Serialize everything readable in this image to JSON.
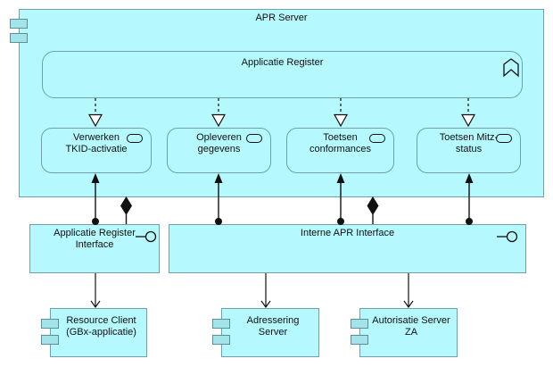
{
  "colors": {
    "background": "#ffffff",
    "element_fill": "#b5f8fd",
    "element_border": "#70a1a8",
    "icon_fill": "#a3e3ea",
    "icon_border": "#5d8f96",
    "connector": "#111111"
  },
  "icons": [
    "component-icon",
    "function-icon",
    "service-icon",
    "interface-lollipop-icon"
  ],
  "nodes": {
    "apr_server": {
      "label": "APR Server"
    },
    "applicatie_register": {
      "label": "Applicatie Register"
    },
    "services": [
      {
        "label": "Verwerken\nTKID-activatie"
      },
      {
        "label": "Opleveren\ngegevens"
      },
      {
        "label": "Toetsen\nconformances"
      },
      {
        "label": "Toetsen Mitz-\nstatus"
      }
    ],
    "interfaces": [
      {
        "label": "Applicatie Register\nInterface"
      },
      {
        "label": "Interne APR Interface"
      }
    ],
    "components": [
      {
        "label": "Resource Client\n(GBx-applicatie)"
      },
      {
        "label": "Adressering\nServer"
      },
      {
        "label": "Autorisatie Server\nZA"
      }
    ]
  }
}
